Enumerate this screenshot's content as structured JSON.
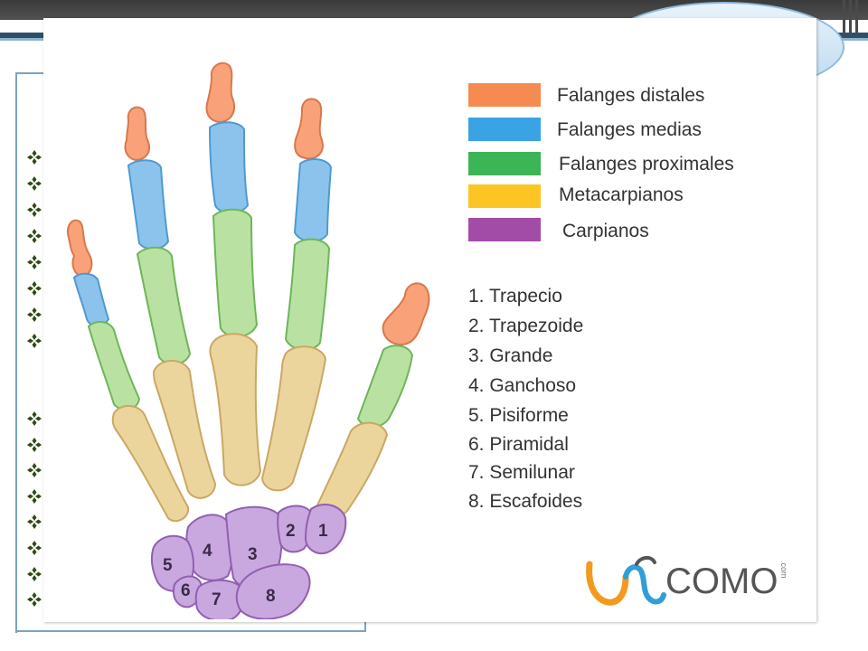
{
  "legend": [
    {
      "label": "Falanges distales",
      "color": "#f68b52"
    },
    {
      "label": "Falanges medias",
      "color": "#3aa3e3"
    },
    {
      "label": "Falanges proximales",
      "color": "#3cb556"
    },
    {
      "label": "Metacarpianos",
      "color": "#fcc524"
    },
    {
      "label": "Carpianos",
      "color": "#a24ca8"
    }
  ],
  "carpals": [
    "1. Trapecio",
    "2. Trapezoide",
    "3. Grande",
    "4. Ganchoso",
    "5. Pisiforme",
    "6. Piramidal",
    "7. Semilunar",
    "8. Escafoides"
  ],
  "bone_numbers": [
    "1",
    "2",
    "3",
    "4",
    "5",
    "6",
    "7",
    "8"
  ],
  "logo": {
    "text": "COMO",
    "suffix": ".com"
  },
  "bone_colors": {
    "distal": "#f9a27a",
    "medial": "#8cc3ec",
    "proximal": "#b9e2a2",
    "metacarpal": "#ecd59c",
    "carpal": "#c9a8e0"
  },
  "bullet_icon": "four-diamond-bullet-icon"
}
